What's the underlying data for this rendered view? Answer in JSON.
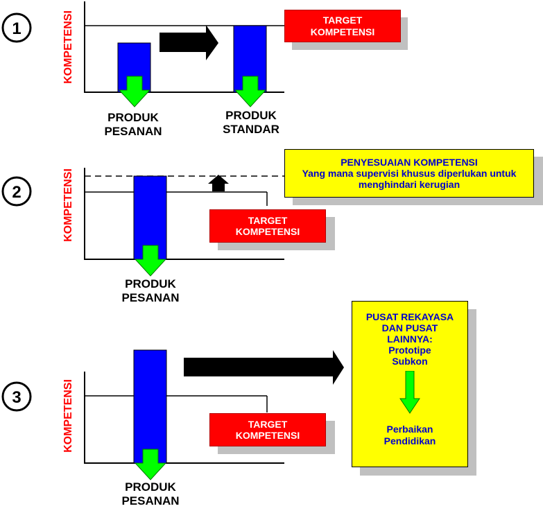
{
  "sections": [
    {
      "number": "1",
      "y_axis_label": "KOMPETENSI",
      "target_label": [
        "TARGET",
        "KOMPETENSI"
      ],
      "bar_labels": [
        [
          "PRODUK",
          "PESANAN"
        ],
        [
          "PRODUK",
          "STANDAR"
        ]
      ]
    },
    {
      "number": "2",
      "y_axis_label": "KOMPETENSI",
      "target_label": [
        "TARGET",
        "KOMPETENSI"
      ],
      "adjustment_note": [
        "PENYESUAIAN KOMPETENSI",
        "Yang mana supervisi khusus diperlukan untuk",
        "menghindari kerugian"
      ],
      "bar_labels": [
        [
          "PRODUK",
          "PESANAN"
        ]
      ]
    },
    {
      "number": "3",
      "y_axis_label": "KOMPETENSI",
      "target_label": [
        "TARGET",
        "KOMPETENSI"
      ],
      "bar_labels": [
        [
          "PRODUK",
          "PESANAN"
        ]
      ],
      "center_box": {
        "heading": [
          "PUSAT REKAYASA",
          "DAN PUSAT",
          "LAINNYA:"
        ],
        "items": [
          "Prototipe",
          "Subkon"
        ],
        "result": [
          "Perbaikan",
          "Pendidikan"
        ]
      }
    }
  ],
  "colors": {
    "bar": "#0000ff",
    "down_arrow": "#00ff00",
    "target_box": "#ff0000",
    "note_box": "#ffff00",
    "note_text": "#0000cc",
    "axis_label": "#ff0000",
    "arrow": "#000000"
  }
}
